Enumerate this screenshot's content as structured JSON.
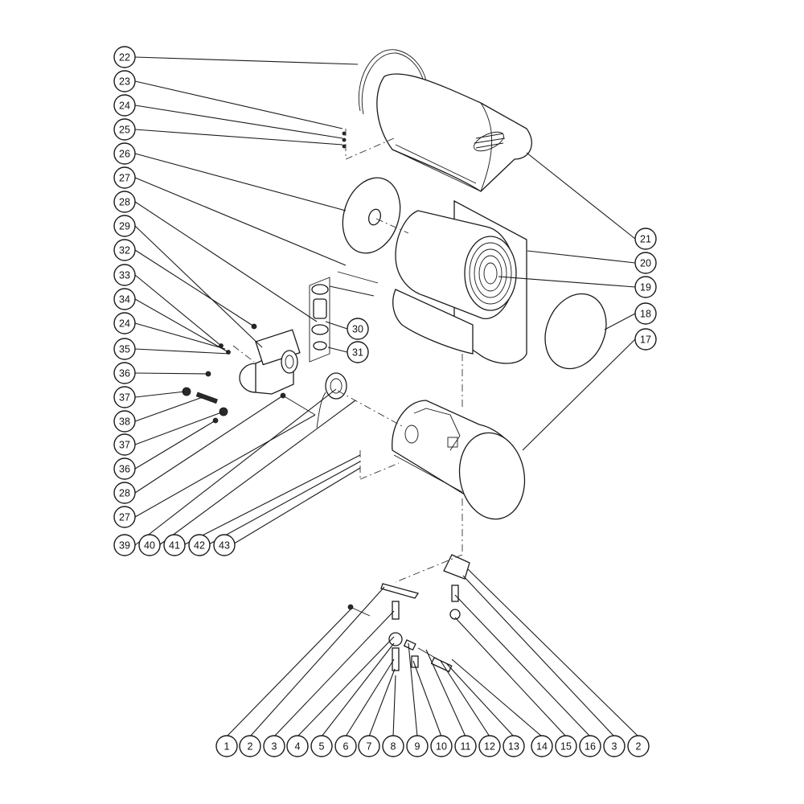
{
  "diagram": {
    "callouts_left": [
      "22",
      "23",
      "24",
      "25",
      "26",
      "27",
      "28",
      "29",
      "32",
      "33",
      "34",
      "24",
      "35",
      "36",
      "37",
      "38",
      "37",
      "36",
      "28",
      "27"
    ],
    "callouts_right": [
      "21",
      "20",
      "19",
      "18",
      "17",
      "30",
      "31"
    ],
    "callouts_mid_row": [
      "39",
      "40",
      "41",
      "42",
      "43"
    ],
    "callouts_bottom": [
      "1",
      "2",
      "3",
      "4",
      "5",
      "6",
      "7",
      "8",
      "9",
      "10",
      "11",
      "12",
      "13",
      "14",
      "15",
      "16",
      "3",
      "2"
    ]
  }
}
